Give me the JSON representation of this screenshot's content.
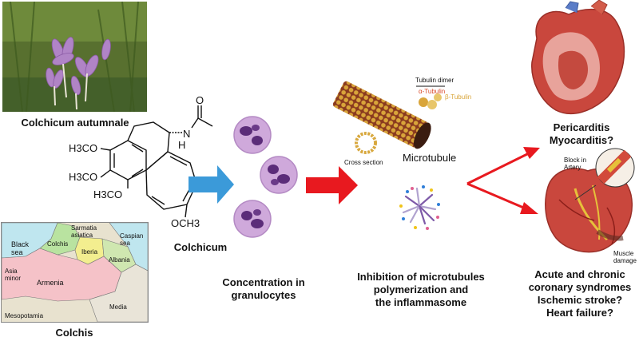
{
  "panels": {
    "plant": {
      "caption": "Colchicum autumnale"
    },
    "map": {
      "caption": "Colchis",
      "regions": [
        "Black sea",
        "Colchis",
        "Sarmatia asiatica",
        "Caspian sea",
        "Iberia",
        "Albania",
        "Asia minor",
        "Armenia",
        "Media",
        "Mesopotamia"
      ]
    },
    "molecule": {
      "caption": "Colchicum",
      "groups": [
        "H3CO",
        "H3CO",
        "H3CO",
        "OCH3",
        "N",
        "H",
        "O",
        "O"
      ]
    },
    "granulocytes": {
      "caption_line1": "Concentration in",
      "caption_line2": "granulocytes"
    },
    "microtubule": {
      "title": "Microtubule",
      "tubulin_dimer": "Tubulin dimer",
      "alpha": "α-Tubulin",
      "beta": "β-Tubulin",
      "cross_section": "Cross section",
      "caption_line1": "Inhibition of microtubules",
      "caption_line2": "polymerization and",
      "caption_line3": "the inflammasome"
    },
    "heart_top": {
      "line1": "Pericarditis",
      "line2": "Myocarditis?"
    },
    "heart_bottom": {
      "inset_line1": "Block in",
      "inset_line2": "Artery",
      "muscle_line1": "Muscle",
      "muscle_line2": "damage",
      "line1": "Acute and chronic",
      "line2": "coronary syndromes",
      "line3": "Ischemic stroke?",
      "line4": "Heart failure?"
    }
  },
  "colors": {
    "blue_arrow": "#3b9ad9",
    "red_arrow": "#e8191f",
    "cell": "#c9a6d6",
    "nucleus": "#5b2c79",
    "map_sea": "#bfe6ef",
    "map_colchis": "#b9e3a0",
    "map_iberia": "#f3ee8f",
    "map_armenia": "#f5c2c8",
    "heart": "#c9473d"
  }
}
